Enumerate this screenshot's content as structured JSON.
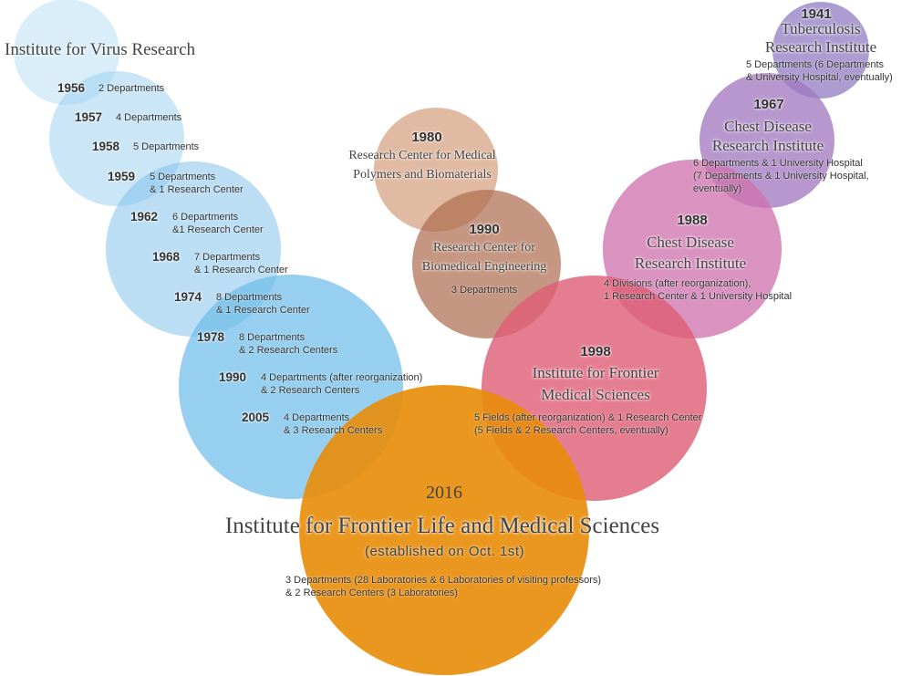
{
  "colors": {
    "virus": "#a8d7f2",
    "virus_dark": "#6ec0ea",
    "polymer": "#d8a88a",
    "biomed": "#b97a5c",
    "frontier": "#e06a80",
    "tb": "#9c86c4",
    "chest67": "#a680c0",
    "chest88": "#cf7cb2",
    "ifl": "#e8910e"
  },
  "virus": {
    "title": "Institute for Virus Research",
    "rows": [
      {
        "year": "1956",
        "desc1": "2 Departments",
        "desc2": ""
      },
      {
        "year": "1957",
        "desc1": "4 Departments",
        "desc2": ""
      },
      {
        "year": "1958",
        "desc1": "5 Departments",
        "desc2": ""
      },
      {
        "year": "1959",
        "desc1": "5 Departments",
        "desc2": "& 1 Research Center"
      },
      {
        "year": "1962",
        "desc1": "6 Departments",
        "desc2": "&1 Research Center"
      },
      {
        "year": "1968",
        "desc1": "7 Departments",
        "desc2": "& 1 Research Center"
      },
      {
        "year": "1974",
        "desc1": "8 Departments",
        "desc2": "& 1 Research Center"
      },
      {
        "year": "1978",
        "desc1": "8 Departments",
        "desc2": "& 2 Research Centers"
      },
      {
        "year": "1990",
        "desc1": "4 Departments (after reorganization)",
        "desc2": "& 2 Research Centers"
      },
      {
        "year": "2005",
        "desc1": "4 Departments",
        "desc2": "& 3 Research Centers"
      }
    ]
  },
  "polymer": {
    "year": "1980",
    "name1": "Research Center for Medical",
    "name2": "Polymers and Biomaterials"
  },
  "biomed": {
    "year": "1990",
    "name1": "Research Center for",
    "name2": "Biomedical Engineering",
    "desc": "3 Departments"
  },
  "frontier": {
    "year": "1998",
    "name1": "Institute for Frontier",
    "name2": "Medical Sciences",
    "desc1": "5 Fields (after reorganization) & 1 Research Center",
    "desc2": "(5 Fields & 2 Research Centers, eventually)"
  },
  "tb": {
    "year": "1941",
    "name1": "Tuberculosis",
    "name2": "Research Institute",
    "desc1": "5 Departments (6 Departments",
    "desc2": "& University Hospital, eventually)"
  },
  "chest67": {
    "year": "1967",
    "name1": "Chest Disease",
    "name2": "Research Institute",
    "desc1": "6 Departments & 1 University Hospital",
    "desc2": "(7 Departments & 1 University Hospital,",
    "desc3": "eventually)"
  },
  "chest88": {
    "year": "1988",
    "name1": "Chest Disease",
    "name2": "Research Institute",
    "desc1": "4 Divisions (after reorganization),",
    "desc2": "1 Research Center & 1 University Hospital"
  },
  "ifl": {
    "year": "2016",
    "name": "Institute for Frontier Life and Medical Sciences",
    "established": "(established on Oct. 1st)",
    "desc1": "3 Departments (28 Laboratories & 6 Laboratories of visiting professors)",
    "desc2": "& 2 Research Centers (3 Laboratories)"
  }
}
